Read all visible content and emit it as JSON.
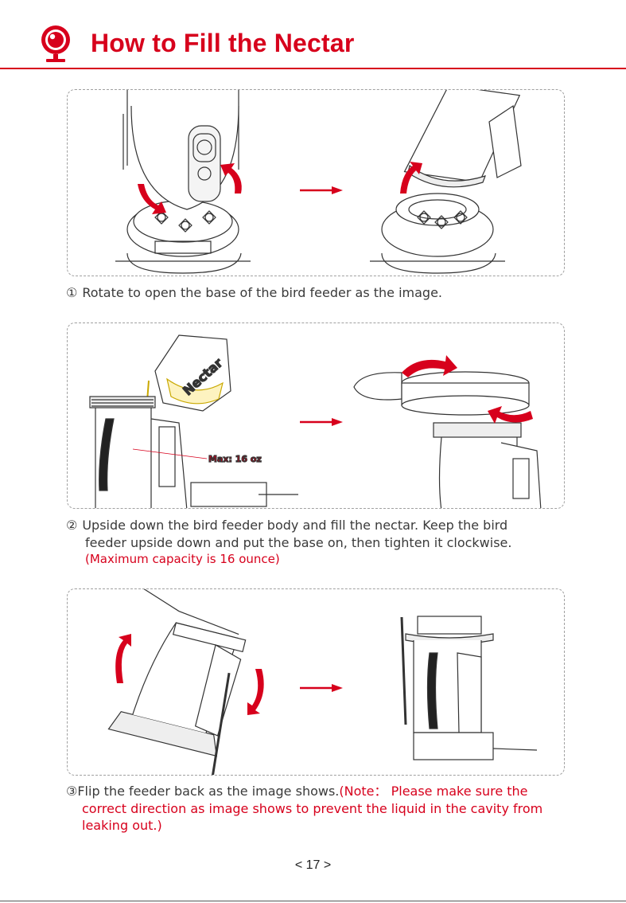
{
  "header": {
    "title": "How to Fill the Nectar",
    "logo_icon": "camera-bird-logo-icon",
    "accent_color": "#d7001c"
  },
  "steps": [
    {
      "number": "①",
      "text": "Rotate to open the base of the bird feeder as the image."
    },
    {
      "number": "②",
      "text_line1": "Upside down the bird feeder body and fill the nectar. Keep the bird",
      "text_line2": "feeder upside down and put the base on, then tighten it clockwise.",
      "note": "(Maximum capacity is 16 ounce)",
      "illustration_labels": {
        "bottle": "Nectar",
        "max": "Max: 16 oz"
      }
    },
    {
      "number": "③",
      "text": "Flip the feeder back as the image shows.",
      "note_line1": "(Note：  Please make sure the",
      "note_line2": "correct direction as image shows to prevent the liquid in the cavity from",
      "note_line3": "leaking out.)"
    }
  ],
  "footer": {
    "page_number": "< 17 >"
  }
}
